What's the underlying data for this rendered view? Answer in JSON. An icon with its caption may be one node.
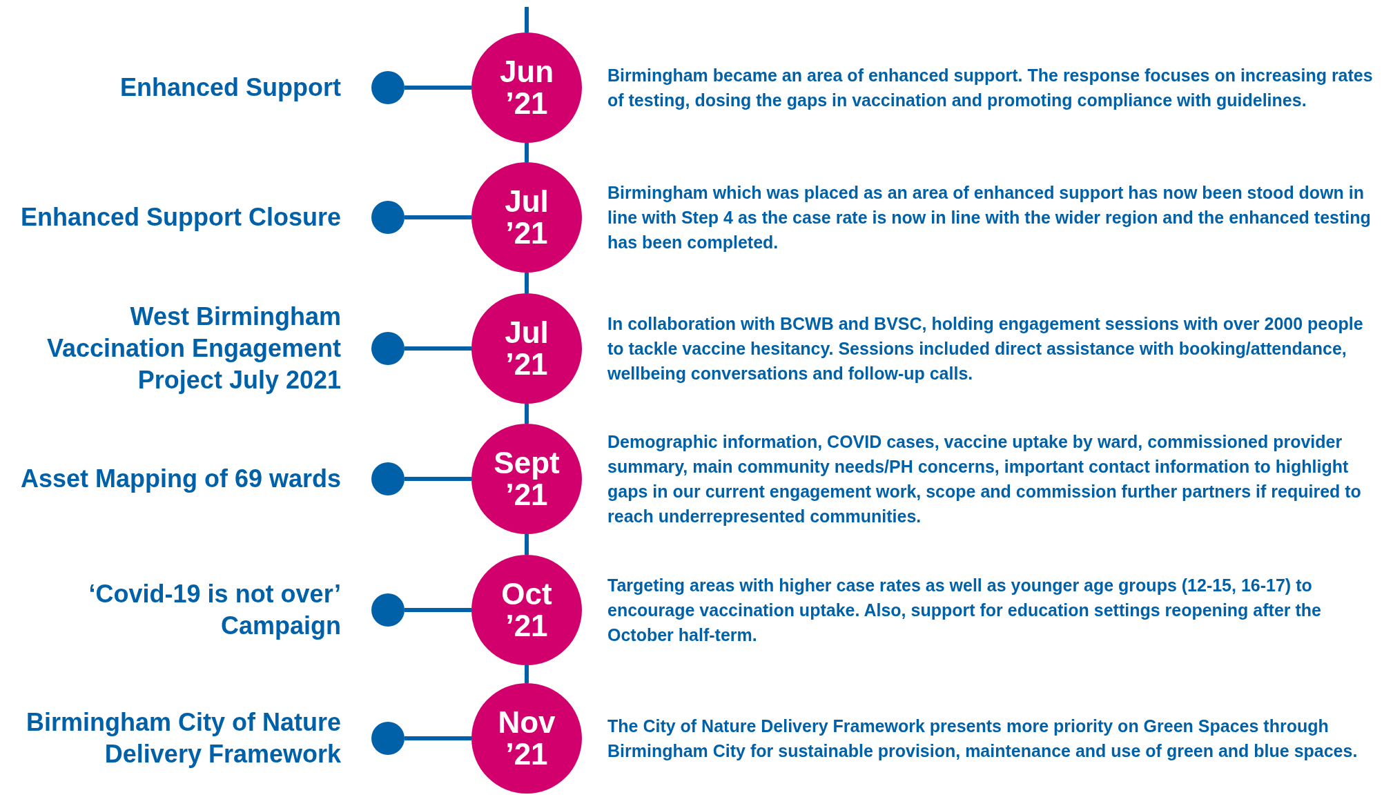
{
  "diagram": {
    "nodes": [
      {
        "text": [],
        "shape": "circle",
        "beside": [
          "Enhanced Support"
        ]
      },
      {
        "text": [
          "Jun ’21"
        ],
        "beside": [
          "Birmingham became an area of enhanced support. The response focuses on increasing rates of testing, dosing the gaps in vaccination and promoting compliance with guidelines."
        ]
      },
      {
        "text": [],
        "shape": "circle",
        "beside": [
          "Enhanced Support Closure"
        ]
      },
      {
        "text": [
          "Jul ’21"
        ],
        "beside": [
          "Birmingham which was placed as an area of enhanced support has now been stood down in line with Step 4 as the case rate is now in line with the wider region and the enhanced testing has been completed."
        ]
      },
      {
        "text": [],
        "shape": "circle",
        "beside": [
          "West Birmingham Vaccination Engagement Project July 2021"
        ]
      },
      {
        "text": [
          "Jul ’21"
        ],
        "beside": [
          "In collaboration with BCWB and BVSC, holding engagement sessions with over 2000 people to tackle vaccine hesitancy. Sessions included direct assistance with booking/attendance, wellbeing conversations and follow-up calls."
        ]
      },
      {
        "text": [],
        "shape": "circle",
        "beside": [
          "Asset Mapping of 69 wards"
        ]
      },
      {
        "text": [
          "Sept ’21"
        ],
        "beside": [
          "Demographic information, COVID cases, vaccine uptake by ward, commissioned provider summary, main community needs/PH concerns, important contact information to highlight gaps in our current engagement work, scope and commission further partners if required to reach underrepresented communities."
        ]
      },
      {
        "text": [],
        "shape": "circle",
        "beside": [
          "‘Covid-19 is not over’ Campaign"
        ]
      },
      {
        "text": [
          "Oct ’21"
        ],
        "beside": [
          "Targeting areas with higher case rates as well as younger age groups (12-15, 16-17) to encourage vaccination uptake. Also, support for education settings reopening after the October half-term."
        ]
      },
      {
        "text": [],
        "shape": "circle",
        "beside": [
          "Birmingham City of Nature Delivery Framework"
        ]
      },
      {
        "text": [
          "Nov ’21"
        ],
        "beside": [
          "The City of Nature Delivery Framework presents more priority on Green Spaces through Birmingham City for sustainable provision, maintenance and use of green and blue spaces."
        ]
      }
    ],
    "edges": [
      {
        "from": null,
        "to": 1,
        "arrow": "none"
      },
      {
        "from": 0,
        "to": 1,
        "arrow": "none"
      },
      {
        "from": 1,
        "to": 3,
        "arrow": "none"
      },
      {
        "from": 2,
        "to": 3,
        "arrow": "none"
      },
      {
        "from": 3,
        "to": 5,
        "arrow": "none"
      },
      {
        "from": 4,
        "to": 5,
        "arrow": "none"
      },
      {
        "from": 5,
        "to": 7,
        "arrow": "none"
      },
      {
        "from": 6,
        "to": 7,
        "arrow": "none"
      },
      {
        "from": 7,
        "to": 9,
        "arrow": "none"
      },
      {
        "from": 8,
        "to": 9,
        "arrow": "none"
      },
      {
        "from": 9,
        "to": 11,
        "arrow": "none"
      },
      {
        "from": 10,
        "to": 11,
        "arrow": "none"
      }
    ]
  }
}
